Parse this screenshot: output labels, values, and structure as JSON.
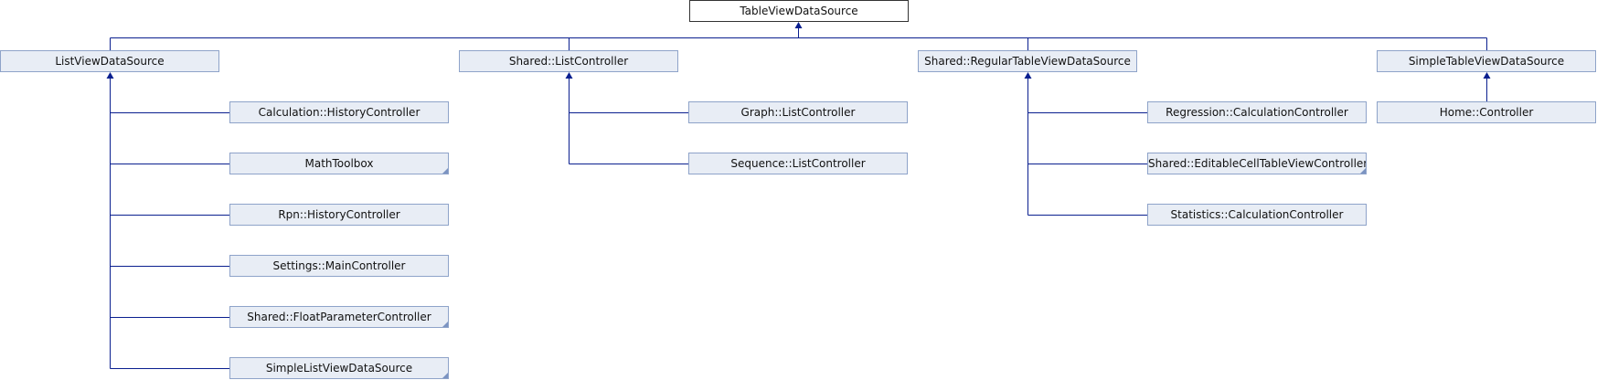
{
  "diagram": {
    "root": {
      "label": "TableViewDataSource"
    },
    "groups": [
      {
        "parent": {
          "label": "ListViewDataSource",
          "has_children_marker": false
        },
        "children": [
          {
            "label": "Calculation::HistoryController",
            "has_children_marker": false
          },
          {
            "label": "MathToolbox",
            "has_children_marker": true
          },
          {
            "label": "Rpn::HistoryController",
            "has_children_marker": false
          },
          {
            "label": "Settings::MainController",
            "has_children_marker": false
          },
          {
            "label": "Shared::FloatParameterController",
            "has_children_marker": true
          },
          {
            "label": "SimpleListViewDataSource",
            "has_children_marker": true
          }
        ]
      },
      {
        "parent": {
          "label": "Shared::ListController",
          "has_children_marker": false
        },
        "children": [
          {
            "label": "Graph::ListController",
            "has_children_marker": false
          },
          {
            "label": "Sequence::ListController",
            "has_children_marker": false
          }
        ]
      },
      {
        "parent": {
          "label": "Shared::RegularTableViewDataSource",
          "has_children_marker": false
        },
        "children": [
          {
            "label": "Regression::CalculationController",
            "has_children_marker": false
          },
          {
            "label": "Shared::EditableCellTableViewController",
            "has_children_marker": true
          },
          {
            "label": "Statistics::CalculationController",
            "has_children_marker": false
          }
        ]
      },
      {
        "parent": {
          "label": "SimpleTableViewDataSource",
          "has_children_marker": false
        },
        "children": [
          {
            "label": "Home::Controller",
            "has_children_marker": false
          }
        ]
      }
    ],
    "colors": {
      "edge": "#0a1f8f",
      "node_fill": "#e8edf5",
      "node_border": "#8ea3c9",
      "root_border": "#333333"
    }
  }
}
